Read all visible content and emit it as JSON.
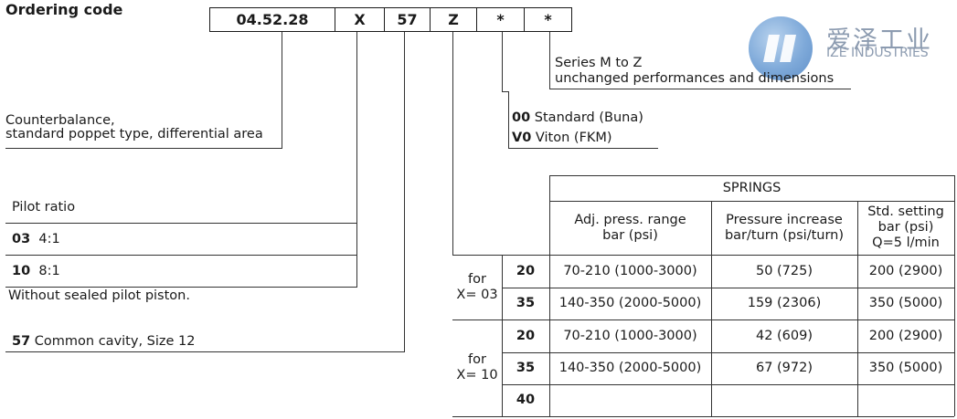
{
  "header": {
    "title": "Ordering code"
  },
  "code": [
    "04.52.28",
    "X",
    "57",
    "Z",
    "*",
    "*"
  ],
  "logo": {
    "cn": "爱泽工业",
    "en": "IZE INDUSTRIES"
  },
  "series": {
    "line1": "Series M to Z",
    "line2": "unchanged performances and dimensions"
  },
  "seals": [
    {
      "code": "00",
      "label": "Standard (Buna)"
    },
    {
      "code": "V0",
      "label": "Viton (FKM)"
    }
  ],
  "description": {
    "line1": "Counterbalance,",
    "line2": "standard poppet type, differential area"
  },
  "pilot": {
    "heading": "Pilot ratio",
    "options": [
      {
        "code": "03",
        "label": "4:1"
      },
      {
        "code": "10",
        "label": "8:1"
      }
    ],
    "note": "Without sealed pilot piston."
  },
  "cavity": {
    "code": "57",
    "label": "Common cavity, Size 12"
  },
  "springs": {
    "title": "SPRINGS",
    "headers": {
      "adj_range": [
        "Adj. press. range",
        "bar (psi)"
      ],
      "increase": [
        "Pressure increase",
        "bar/turn (psi/turn)"
      ],
      "setting": [
        "Std. setting",
        "bar (psi)",
        "Q=5 l/min"
      ]
    },
    "groups": [
      {
        "for_label": "for",
        "x_label": "X= 03",
        "rows": [
          {
            "code": "20",
            "range": "70-210 (1000-3000)",
            "increase": "50 (725)",
            "setting": "200 (2900)"
          },
          {
            "code": "35",
            "range": "140-350 (2000-5000)",
            "increase": "159 (2306)",
            "setting": "350 (5000)"
          }
        ]
      },
      {
        "for_label": "for",
        "x_label": "X= 10",
        "rows": [
          {
            "code": "20",
            "range": "70-210 (1000-3000)",
            "increase": "42 (609)",
            "setting": "200 (2900)"
          },
          {
            "code": "35",
            "range": "140-350 (2000-5000)",
            "increase": "67 (972)",
            "setting": "350 (5000)"
          },
          {
            "code": "40",
            "range": "",
            "increase": "",
            "setting": ""
          }
        ]
      }
    ]
  }
}
